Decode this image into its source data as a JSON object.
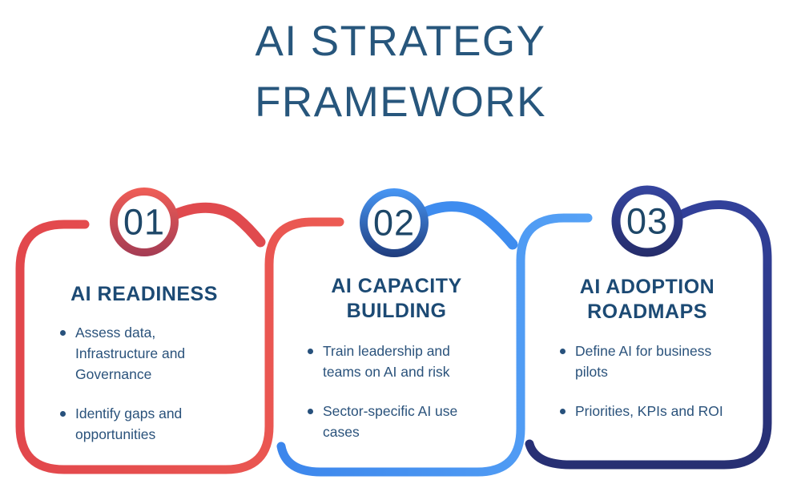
{
  "title": {
    "line1": "AI STRATEGY",
    "line2": "FRAMEWORK"
  },
  "colors": {
    "title_text": "#27567C",
    "heading_text": "#1C4A74",
    "body_text": "#2A527B",
    "number_text": "#1E4768",
    "step1_stroke_red": "#E2474C",
    "step2_stroke_blue": "#3E8CEF",
    "step3_stroke_navy": "#2B3A88",
    "ring1_gradient": [
      "#EF5D56",
      "#A43C54"
    ],
    "ring2_gradient": [
      "#4897F5",
      "#1F3B7B"
    ],
    "ring3_gradient": [
      "#35459F",
      "#252C69"
    ],
    "background": "#FFFFFF"
  },
  "steps": [
    {
      "number": "01",
      "heading_lines": [
        "AI READINESS"
      ],
      "bullets": [
        {
          "lines": [
            "Assess data,",
            "Infrastructure and",
            "Governance"
          ]
        },
        {
          "lines": [
            "Identify gaps and",
            "opportunities"
          ]
        }
      ]
    },
    {
      "number": "02",
      "heading_lines": [
        "AI CAPACITY",
        "BUILDING"
      ],
      "bullets": [
        {
          "lines": [
            "Train leadership and",
            "teams on AI and risk"
          ]
        },
        {
          "lines": [
            "Sector-specific AI use",
            "cases"
          ]
        }
      ]
    },
    {
      "number": "03",
      "heading_lines": [
        "AI ADOPTION",
        "ROADMAPS"
      ],
      "bullets": [
        {
          "lines": [
            "Define AI for business",
            "pilots"
          ]
        },
        {
          "lines": [
            "Priorities, KPIs and ROI"
          ]
        }
      ]
    }
  ]
}
